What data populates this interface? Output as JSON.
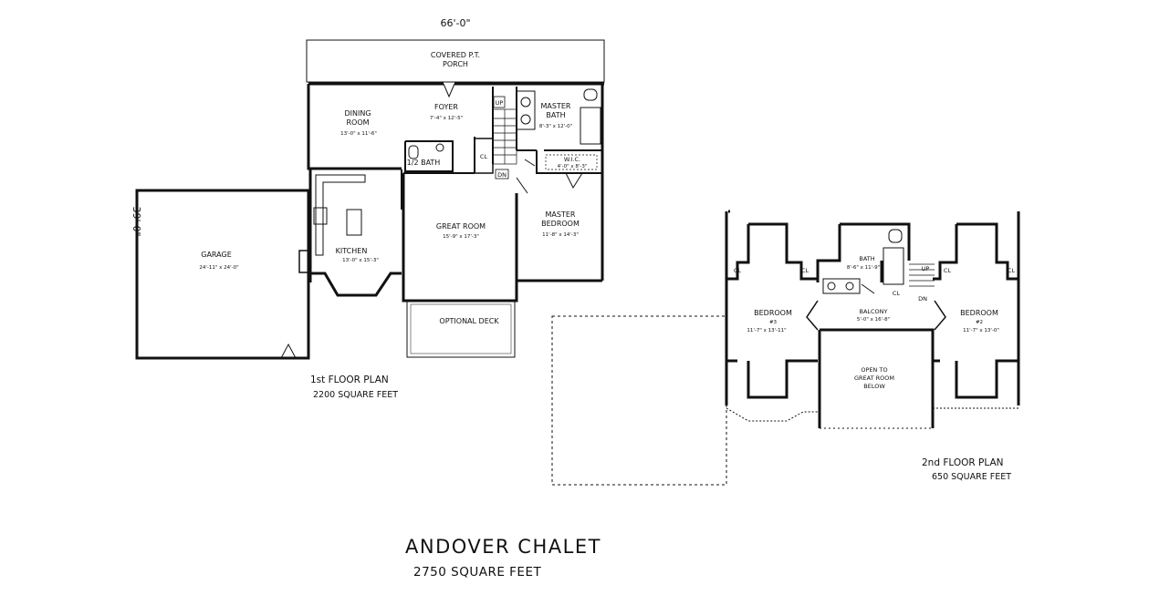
{
  "dimensions": {
    "width": "66'-0\"",
    "depth": "39'-0\""
  },
  "first_floor": {
    "caption": "1st FLOOR PLAN",
    "area": "2200 SQUARE FEET",
    "porch": {
      "line1": "COVERED P.T.",
      "line2": "PORCH"
    },
    "dining": {
      "line1": "DINING",
      "line2": "ROOM",
      "size": "13'-0\" x 11'-6\""
    },
    "foyer": {
      "name": "FOYER",
      "size": "7'-4\" x 12'-5\""
    },
    "up": "UP",
    "dn": "DN",
    "cl": "CL",
    "half_bath": "1/2 BATH",
    "master_bath": {
      "line1": "MASTER",
      "line2": "BATH",
      "size": "8'-3\" x 12'-0\""
    },
    "wic": {
      "name": "W.I.C.",
      "size": "4'-0\" x 8'-3\""
    },
    "master_bedroom": {
      "line1": "MASTER",
      "line2": "BEDROOM",
      "size": "11'-8\" x 14'-3\""
    },
    "kitchen": {
      "name": "KITCHEN",
      "size": "13'-0\" x 15'-3\""
    },
    "great_room": {
      "name": "GREAT ROOM",
      "size": "15'-9\" x 17'-3\""
    },
    "garage": {
      "name": "GARAGE",
      "size": "24'-11\" x 24'-0\""
    },
    "deck": "OPTIONAL DECK"
  },
  "second_floor": {
    "caption": "2nd FLOOR PLAN",
    "area": "650 SQUARE FEET",
    "bedroom3": {
      "name": "BEDROOM",
      "num": "#3",
      "size": "11'-7\" x 13'-11\""
    },
    "bedroom2": {
      "name": "BEDROOM",
      "num": "#2",
      "size": "11'-7\" x 13'-0\""
    },
    "bath": {
      "name": "BATH",
      "size": "8'-6\" x 11'-9\""
    },
    "balcony": {
      "name": "BALCONY",
      "size": "5'-0\" x 16'-8\""
    },
    "open_to": {
      "line1": "OPEN TO",
      "line2": "GREAT ROOM",
      "line3": "BELOW"
    },
    "cl": "CL",
    "up": "UP",
    "dn": "DN"
  },
  "title": "ANDOVER CHALET",
  "total_area": "2750 SQUARE FEET"
}
